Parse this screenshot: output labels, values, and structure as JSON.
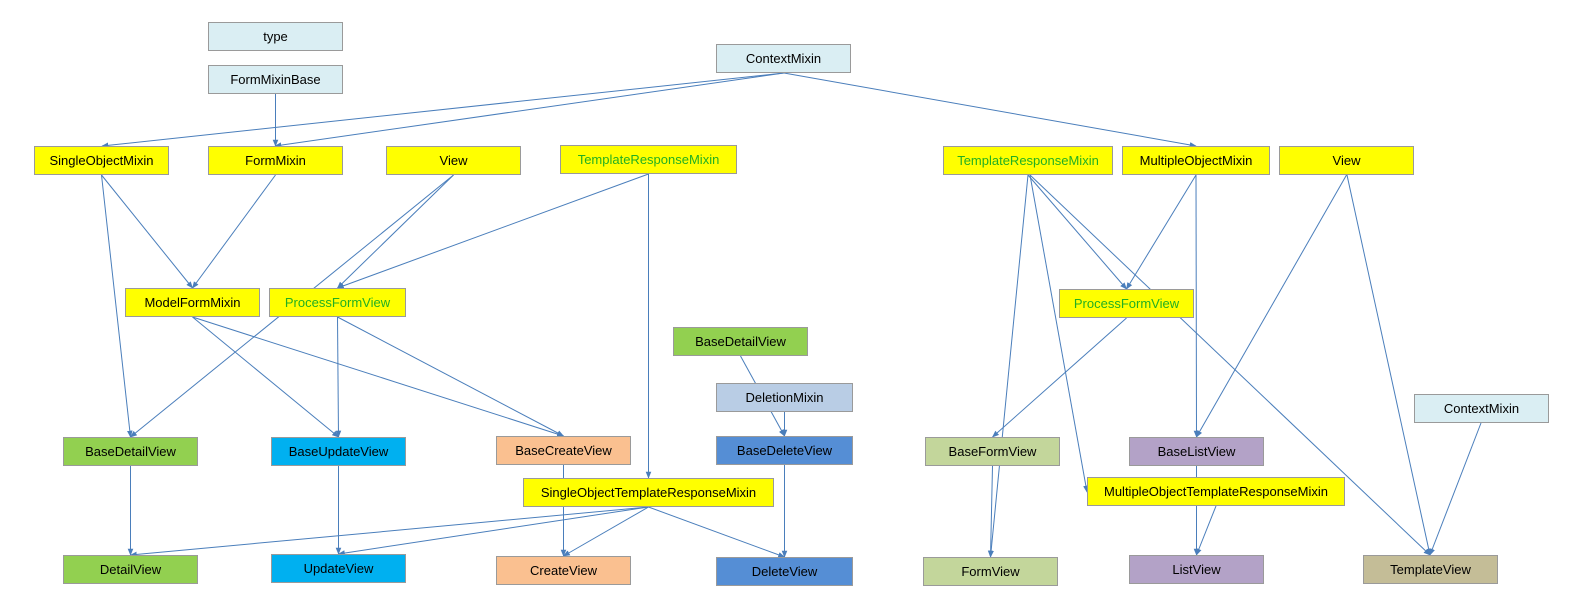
{
  "colors": {
    "edge": "#4a7ebb",
    "yellow": "#ffff00",
    "green_text": "#22b022",
    "lightblue": "#daeef3",
    "green": "#92d050",
    "blue": "#00b0f0",
    "orange": "#fac090",
    "steelblue": "#558ed5",
    "sage": "#c3d69b",
    "lavender": "#b3a2c7",
    "tan": "#c4bd97",
    "slate": "#b9cde5"
  },
  "nodes": {
    "type": {
      "label": "type",
      "fill": "#daeef3"
    },
    "form_mixin_base": {
      "label": "FormMixinBase",
      "fill": "#daeef3"
    },
    "context_mixin_top": {
      "label": "ContextMixin",
      "fill": "#daeef3"
    },
    "single_object_mixin": {
      "label": "SingleObjectMixin",
      "fill": "#ffff00"
    },
    "form_mixin": {
      "label": "FormMixin",
      "fill": "#ffff00"
    },
    "view_left": {
      "label": "View",
      "fill": "#ffff00"
    },
    "template_response_mixin_left": {
      "label": "TemplateResponseMixin",
      "fill": "#ffff00",
      "text": "#22b022"
    },
    "template_response_mixin_right": {
      "label": "TemplateResponseMixin",
      "fill": "#ffff00",
      "text": "#22b022"
    },
    "multiple_object_mixin": {
      "label": "MultipleObjectMixin",
      "fill": "#ffff00"
    },
    "view_right": {
      "label": "View",
      "fill": "#ffff00"
    },
    "model_form_mixin": {
      "label": "ModelFormMixin",
      "fill": "#ffff00"
    },
    "process_form_view_left": {
      "label": "ProcessFormView",
      "fill": "#ffff00",
      "text": "#22b022"
    },
    "process_form_view_right": {
      "label": "ProcessFormView",
      "fill": "#ffff00",
      "text": "#22b022"
    },
    "base_detail_view_mid": {
      "label": "BaseDetailView",
      "fill": "#92d050"
    },
    "deletion_mixin": {
      "label": "DeletionMixin",
      "fill": "#b9cde5"
    },
    "context_mixin_right": {
      "label": "ContextMixin",
      "fill": "#daeef3"
    },
    "base_detail_view": {
      "label": "BaseDetailView",
      "fill": "#92d050"
    },
    "base_update_view": {
      "label": "BaseUpdateView",
      "fill": "#00b0f0"
    },
    "base_create_view": {
      "label": "BaseCreateView",
      "fill": "#fac090"
    },
    "base_delete_view": {
      "label": "BaseDeleteView",
      "fill": "#558ed5"
    },
    "base_form_view": {
      "label": "BaseFormView",
      "fill": "#c3d69b"
    },
    "base_list_view": {
      "label": "BaseListView",
      "fill": "#b3a2c7"
    },
    "single_object_template_response_mixin": {
      "label": "SingleObjectTemplateResponseMixin",
      "fill": "#ffff00"
    },
    "multiple_object_template_response_mixin": {
      "label": "MultipleObjectTemplateResponseMixin",
      "fill": "#ffff00"
    },
    "detail_view": {
      "label": "DetailView",
      "fill": "#92d050"
    },
    "update_view": {
      "label": "UpdateView",
      "fill": "#00b0f0"
    },
    "create_view": {
      "label": "CreateView",
      "fill": "#fac090"
    },
    "delete_view": {
      "label": "DeleteView",
      "fill": "#558ed5"
    },
    "form_view": {
      "label": "FormView",
      "fill": "#c3d69b"
    },
    "list_view": {
      "label": "ListView",
      "fill": "#b3a2c7"
    },
    "template_view": {
      "label": "TemplateView",
      "fill": "#c4bd97"
    }
  },
  "edges": [
    [
      "form_mixin_base",
      "form_mixin"
    ],
    [
      "context_mixin_top",
      "single_object_mixin"
    ],
    [
      "context_mixin_top",
      "form_mixin"
    ],
    [
      "context_mixin_top",
      "multiple_object_mixin"
    ],
    [
      "single_object_mixin",
      "model_form_mixin"
    ],
    [
      "single_object_mixin",
      "base_detail_view"
    ],
    [
      "form_mixin",
      "model_form_mixin"
    ],
    [
      "view_left",
      "process_form_view_left"
    ],
    [
      "view_left",
      "base_detail_view"
    ],
    [
      "template_response_mixin_left",
      "process_form_view_left"
    ],
    [
      "template_response_mixin_left",
      "single_object_template_response_mixin"
    ],
    [
      "model_form_mixin",
      "base_update_view"
    ],
    [
      "model_form_mixin",
      "base_create_view"
    ],
    [
      "process_form_view_left",
      "base_update_view"
    ],
    [
      "process_form_view_left",
      "base_create_view"
    ],
    [
      "base_detail_view_mid",
      "base_delete_view"
    ],
    [
      "deletion_mixin",
      "base_delete_view"
    ],
    [
      "base_detail_view",
      "detail_view"
    ],
    [
      "base_update_view",
      "update_view"
    ],
    [
      "base_create_view",
      "create_view"
    ],
    [
      "base_delete_view",
      "delete_view"
    ],
    [
      "single_object_template_response_mixin",
      "detail_view"
    ],
    [
      "single_object_template_response_mixin",
      "update_view"
    ],
    [
      "single_object_template_response_mixin",
      "create_view"
    ],
    [
      "single_object_template_response_mixin",
      "delete_view"
    ],
    [
      "template_response_mixin_right",
      "process_form_view_right"
    ],
    [
      "template_response_mixin_right",
      "form_view"
    ],
    [
      "template_response_mixin_right",
      "multiple_object_template_response_mixin"
    ],
    [
      "template_response_mixin_right",
      "template_view"
    ],
    [
      "multiple_object_mixin",
      "process_form_view_right"
    ],
    [
      "multiple_object_mixin",
      "base_list_view"
    ],
    [
      "view_right",
      "base_list_view"
    ],
    [
      "view_right",
      "template_view"
    ],
    [
      "process_form_view_right",
      "base_form_view"
    ],
    [
      "base_form_view",
      "form_view"
    ],
    [
      "base_list_view",
      "list_view"
    ],
    [
      "multiple_object_template_response_mixin",
      "list_view"
    ],
    [
      "context_mixin_right",
      "template_view"
    ]
  ]
}
